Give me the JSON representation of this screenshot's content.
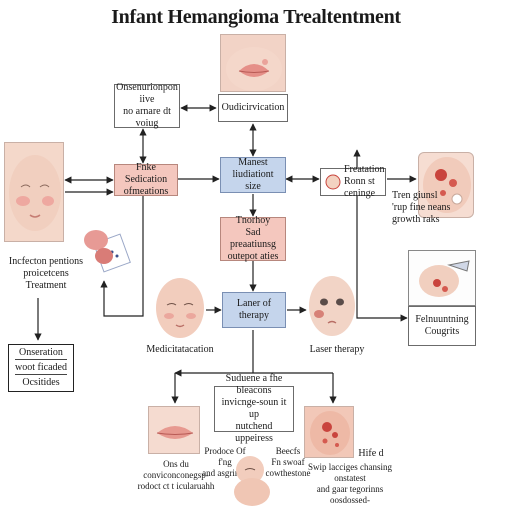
{
  "title": "Infant Hemangioma Trealtentment",
  "nodes": {
    "top_note": [
      "Onsenurionpon iive",
      "no arnare dt voiug"
    ],
    "top_center": "Oudicirvication",
    "left_pink": [
      "Fnke",
      "Sedication",
      "ofmeations"
    ],
    "center_blue": [
      "Manest",
      "liudiationt size"
    ],
    "right_box": [
      "Freatation",
      "Ronn st ceninge"
    ],
    "right_note": [
      "Tren giunsl",
      "'rup fine neans",
      "growth raks"
    ],
    "center_pink": [
      "Tnorhoy",
      "Sad preaatiunsg",
      "outepot aties"
    ],
    "laser_box": "Laner of therapy",
    "left_note": [
      "Incfecton pentions",
      "proicetcens",
      "Treatment"
    ],
    "observation": [
      "Onseration",
      "woot ficaded",
      "Ocsitides"
    ],
    "label_medication": "Medicitatacation",
    "label_laser": "Laser therapy",
    "far_right_label": [
      "Felnuuntning",
      "Cougrits"
    ],
    "bottom_center": [
      "Suduene a fhe bleacons",
      "invicnge-soun it up",
      "nutchend uppeiress"
    ],
    "bottom_left_caption": [
      "Ons du conviconconegsp-",
      "rodoct ct t icularuahh"
    ],
    "bottom_mid_left": [
      "Prodoce Of f'ng",
      "and asgrinag"
    ],
    "bottom_mid_right": [
      "Beecfs",
      "Fn swoaf",
      "cowthestone"
    ],
    "bottom_right_note": "Hife d",
    "bottom_right_caption": [
      "Swip lacciges chansing onstatest",
      "and gaar tegorinns oosdossed-"
    ]
  },
  "colors": {
    "pink_box": "#f4c7be",
    "blue_box": "#c5d5ec",
    "skin": "#f3d2c1",
    "lesion": "#c9443d"
  }
}
